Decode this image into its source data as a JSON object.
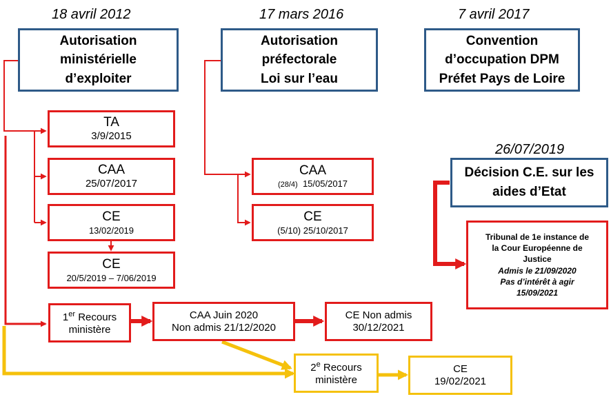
{
  "dates": {
    "d2012": "18 avril 2012",
    "d2016": "17 mars 2016",
    "d2017": "7 avril 2017",
    "d2019": "26/07/2019"
  },
  "authorization": {
    "line1": "Autorisation",
    "line2": "ministérielle",
    "line3": "d’exploiter"
  },
  "prefectoral": {
    "line1": "Autorisation",
    "line2": "préfectorale",
    "line3": "Loi sur l’eau"
  },
  "convention": {
    "line1": "Convention",
    "line2": "d’occupation DPM",
    "line3": "Préfet Pays de Loire"
  },
  "ta": {
    "title": "TA",
    "date": "3/9/2015"
  },
  "caa1": {
    "title": "CAA",
    "date": "25/07/2017"
  },
  "ce1": {
    "title": "CE",
    "date": "13/02/2019"
  },
  "ce2": {
    "title": "CE",
    "date": "20/5/2019 – 7/06/2019"
  },
  "caa2": {
    "title": "CAA",
    "date_a": "(28/4)",
    "date_b": "15/05/2017"
  },
  "ce3": {
    "title": "CE",
    "date": "(5/10) 25/10/2017"
  },
  "decision": {
    "line1": "Décision C.E. sur les",
    "line2": "aides d’Etat"
  },
  "tribunal": {
    "line1": "Tribunal de 1e instance de",
    "line2": "la Cour Européenne de",
    "line3": "Justice",
    "line4": "Admis le 21/09/2020",
    "line5": "Pas d’intérêt à agir",
    "line6": "15/09/2021"
  },
  "recours1": {
    "num": "1",
    "sup": "er",
    "text": " Recours",
    "line2": "ministère"
  },
  "caa_juin": {
    "line1": "CAA  Juin 2020",
    "line2": "Non admis 21/12/2020"
  },
  "ce_non_admis": {
    "line1": "CE Non admis",
    "line2": "30/12/2021"
  },
  "recours2": {
    "num": "2",
    "sup": "e",
    "text": " Recours",
    "line2": "ministère"
  },
  "ce_final": {
    "title": "CE",
    "date": "19/02/2021"
  },
  "colors": {
    "red": "#e21b1b",
    "blue": "#2e5a88",
    "yellow": "#f5c10c"
  }
}
